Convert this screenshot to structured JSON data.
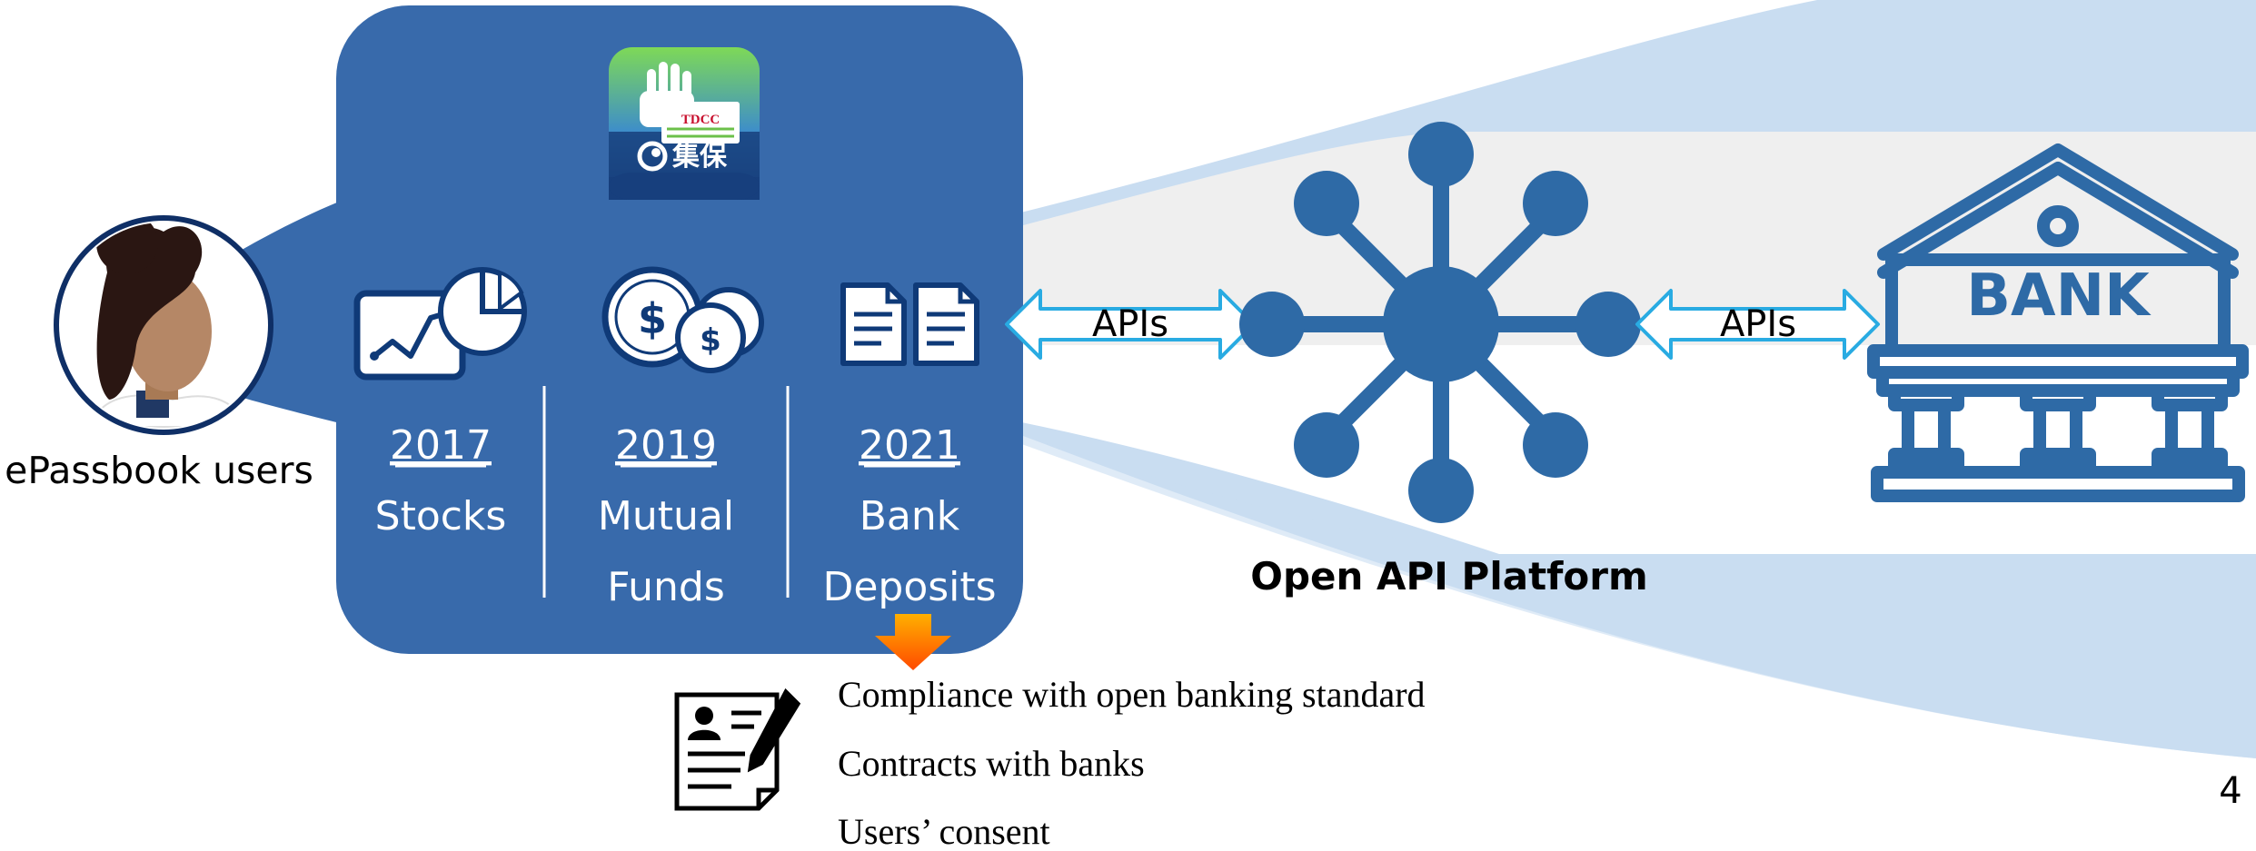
{
  "app_tile": {
    "brand_text": "TDCC",
    "brand_native": "集保"
  },
  "user": {
    "label": "ePassbook users"
  },
  "services": [
    {
      "year": "2017",
      "line1": "Stocks",
      "line2": ""
    },
    {
      "year": "2019",
      "line1": "Mutual",
      "line2": "Funds"
    },
    {
      "year": "2021",
      "line1": "Bank",
      "line2": "Deposits"
    }
  ],
  "connectors": {
    "left_label": "APIs",
    "right_label": "APIs"
  },
  "platform": {
    "label": "Open API Platform"
  },
  "bank": {
    "sign_text": "BANK"
  },
  "requirements": [
    "Compliance with open banking standard",
    "Contracts with banks",
    "Users’ consent"
  ],
  "page_number": "4",
  "colors": {
    "panel_blue": "#386aab",
    "dark_blue": "#0f3a78",
    "icon_blue": "#2e6aa6",
    "arrow_cyan": "#29abe2",
    "band_light_blue": "#c9ddf1",
    "band_gray": "#efefef",
    "orange_arrow": "#ff6a00",
    "app_green": "#6cc04a"
  }
}
